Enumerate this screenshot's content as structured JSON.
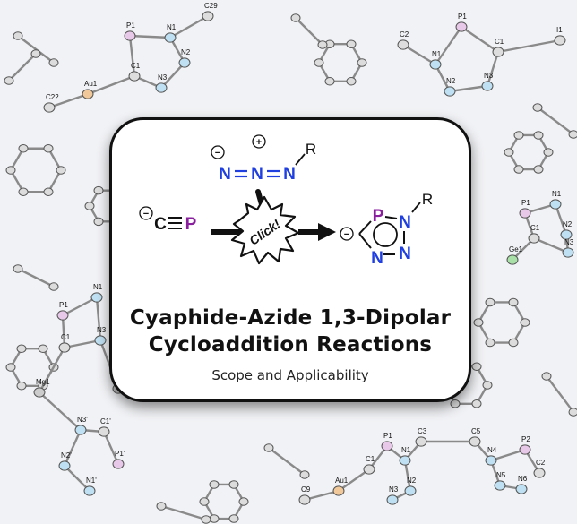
{
  "title_line1": "Cyaphide-Azide 1,3-Dipolar",
  "title_line2": "Cycloaddition Reactions",
  "subtitle": "Scope and Applicability",
  "scheme": {
    "azide_N": "N",
    "azide_R": "R",
    "minus": "−",
    "plus": "+",
    "cyaphide_C": "C",
    "cyaphide_P": "P",
    "click_label": "Click!",
    "ring_P": "P",
    "ring_N": "N",
    "ring_R": "R"
  },
  "colors": {
    "blue": "#1f3fe0",
    "purple": "#8a1f9e",
    "black": "#111111"
  },
  "background_labels": [
    "P1",
    "N1",
    "C29",
    "N2",
    "C1",
    "N3",
    "Au1",
    "C22",
    "C2",
    "P1",
    "C1",
    "I1",
    "N1",
    "N2",
    "N3",
    "P1",
    "N1",
    "N2",
    "N3",
    "C1",
    "Ge1",
    "P1",
    "N1",
    "C1",
    "N3",
    "Mg1",
    "Mg1'",
    "N3'",
    "C1'",
    "N2'",
    "N1'",
    "P1'",
    "P1",
    "C3",
    "C5",
    "P2",
    "C1",
    "N1",
    "N4",
    "C2",
    "Au1",
    "C9",
    "N2",
    "N3",
    "N5",
    "N6"
  ]
}
